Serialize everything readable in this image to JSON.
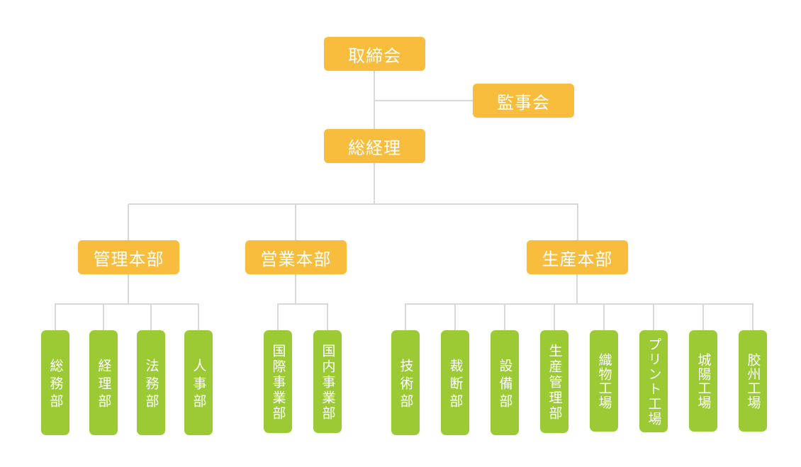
{
  "org_chart": {
    "colors": {
      "primary_node": "#F9BD3D",
      "leaf_node": "#9BCA34",
      "connector": "#D9D9D9",
      "node_text": "#FFFFFF"
    },
    "root": {
      "label": "取締会"
    },
    "auditors": {
      "label": "監事会"
    },
    "general_manager": {
      "label": "総経理"
    },
    "divisions": [
      {
        "label": "管理本部",
        "children": [
          "総務部",
          "経理部",
          "法務部",
          "人事部"
        ]
      },
      {
        "label": "営業本部",
        "children": [
          "国際事業部",
          "国内事業部"
        ]
      },
      {
        "label": "生産本部",
        "children": [
          "技術部",
          "裁断部",
          "設備部",
          "生産管理部",
          "織物工場",
          "プリント工場",
          "城陽工場",
          "胶州工場"
        ]
      }
    ]
  }
}
